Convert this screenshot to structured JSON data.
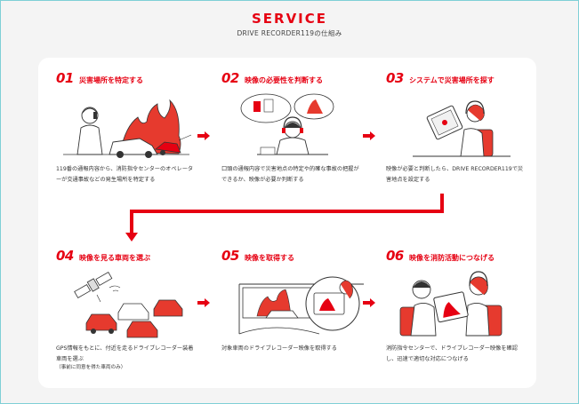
{
  "header": {
    "title": "SERVICE",
    "subtitle": "DRIVE RECORDER119の仕組み"
  },
  "steps": [
    {
      "num": "01",
      "title": "災害場所を特定する",
      "desc": "119番の通報内容から、消防指令センターのオペレーターが交通事故などの発生場所を特定する"
    },
    {
      "num": "02",
      "title": "映像の必要性を判断する",
      "desc": "口頭の通報内容で災害地点の特定や的確な事故の把握ができるか、映像が必要か判断する"
    },
    {
      "num": "03",
      "title": "システムで災害場所を探す",
      "desc": "映像が必要と判断したら、DRIVE RECORDER119で災害地点を設定する"
    },
    {
      "num": "04",
      "title": "映像を見る車両を選ぶ",
      "desc": "GPS情報をもとに、付近を走るドライブレコーダー装着車両を選ぶ",
      "note": "（事前に同意を得た車両のみ）"
    },
    {
      "num": "05",
      "title": "映像を取得する",
      "desc": "対象車両のドライブレコーダー映像を取得する"
    },
    {
      "num": "06",
      "title": "映像を消防活動につなげる",
      "desc": "消防指令センターで、ドライブレコーダー映像を確認し、迅速で適切な対応につなげる"
    }
  ],
  "colors": {
    "accent": "#e60012",
    "background": "#f4f4f4",
    "card": "#ffffff",
    "border": "#7fd0d6"
  },
  "icons": {
    "step01": "caller-and-accident-illustration",
    "step02": "operator-thinking-illustration",
    "step03": "operator-with-tablet-illustration",
    "step04": "satellite-and-cars-illustration",
    "step05": "dashcam-view-illustration",
    "step06": "operators-viewing-tablet-illustration"
  }
}
